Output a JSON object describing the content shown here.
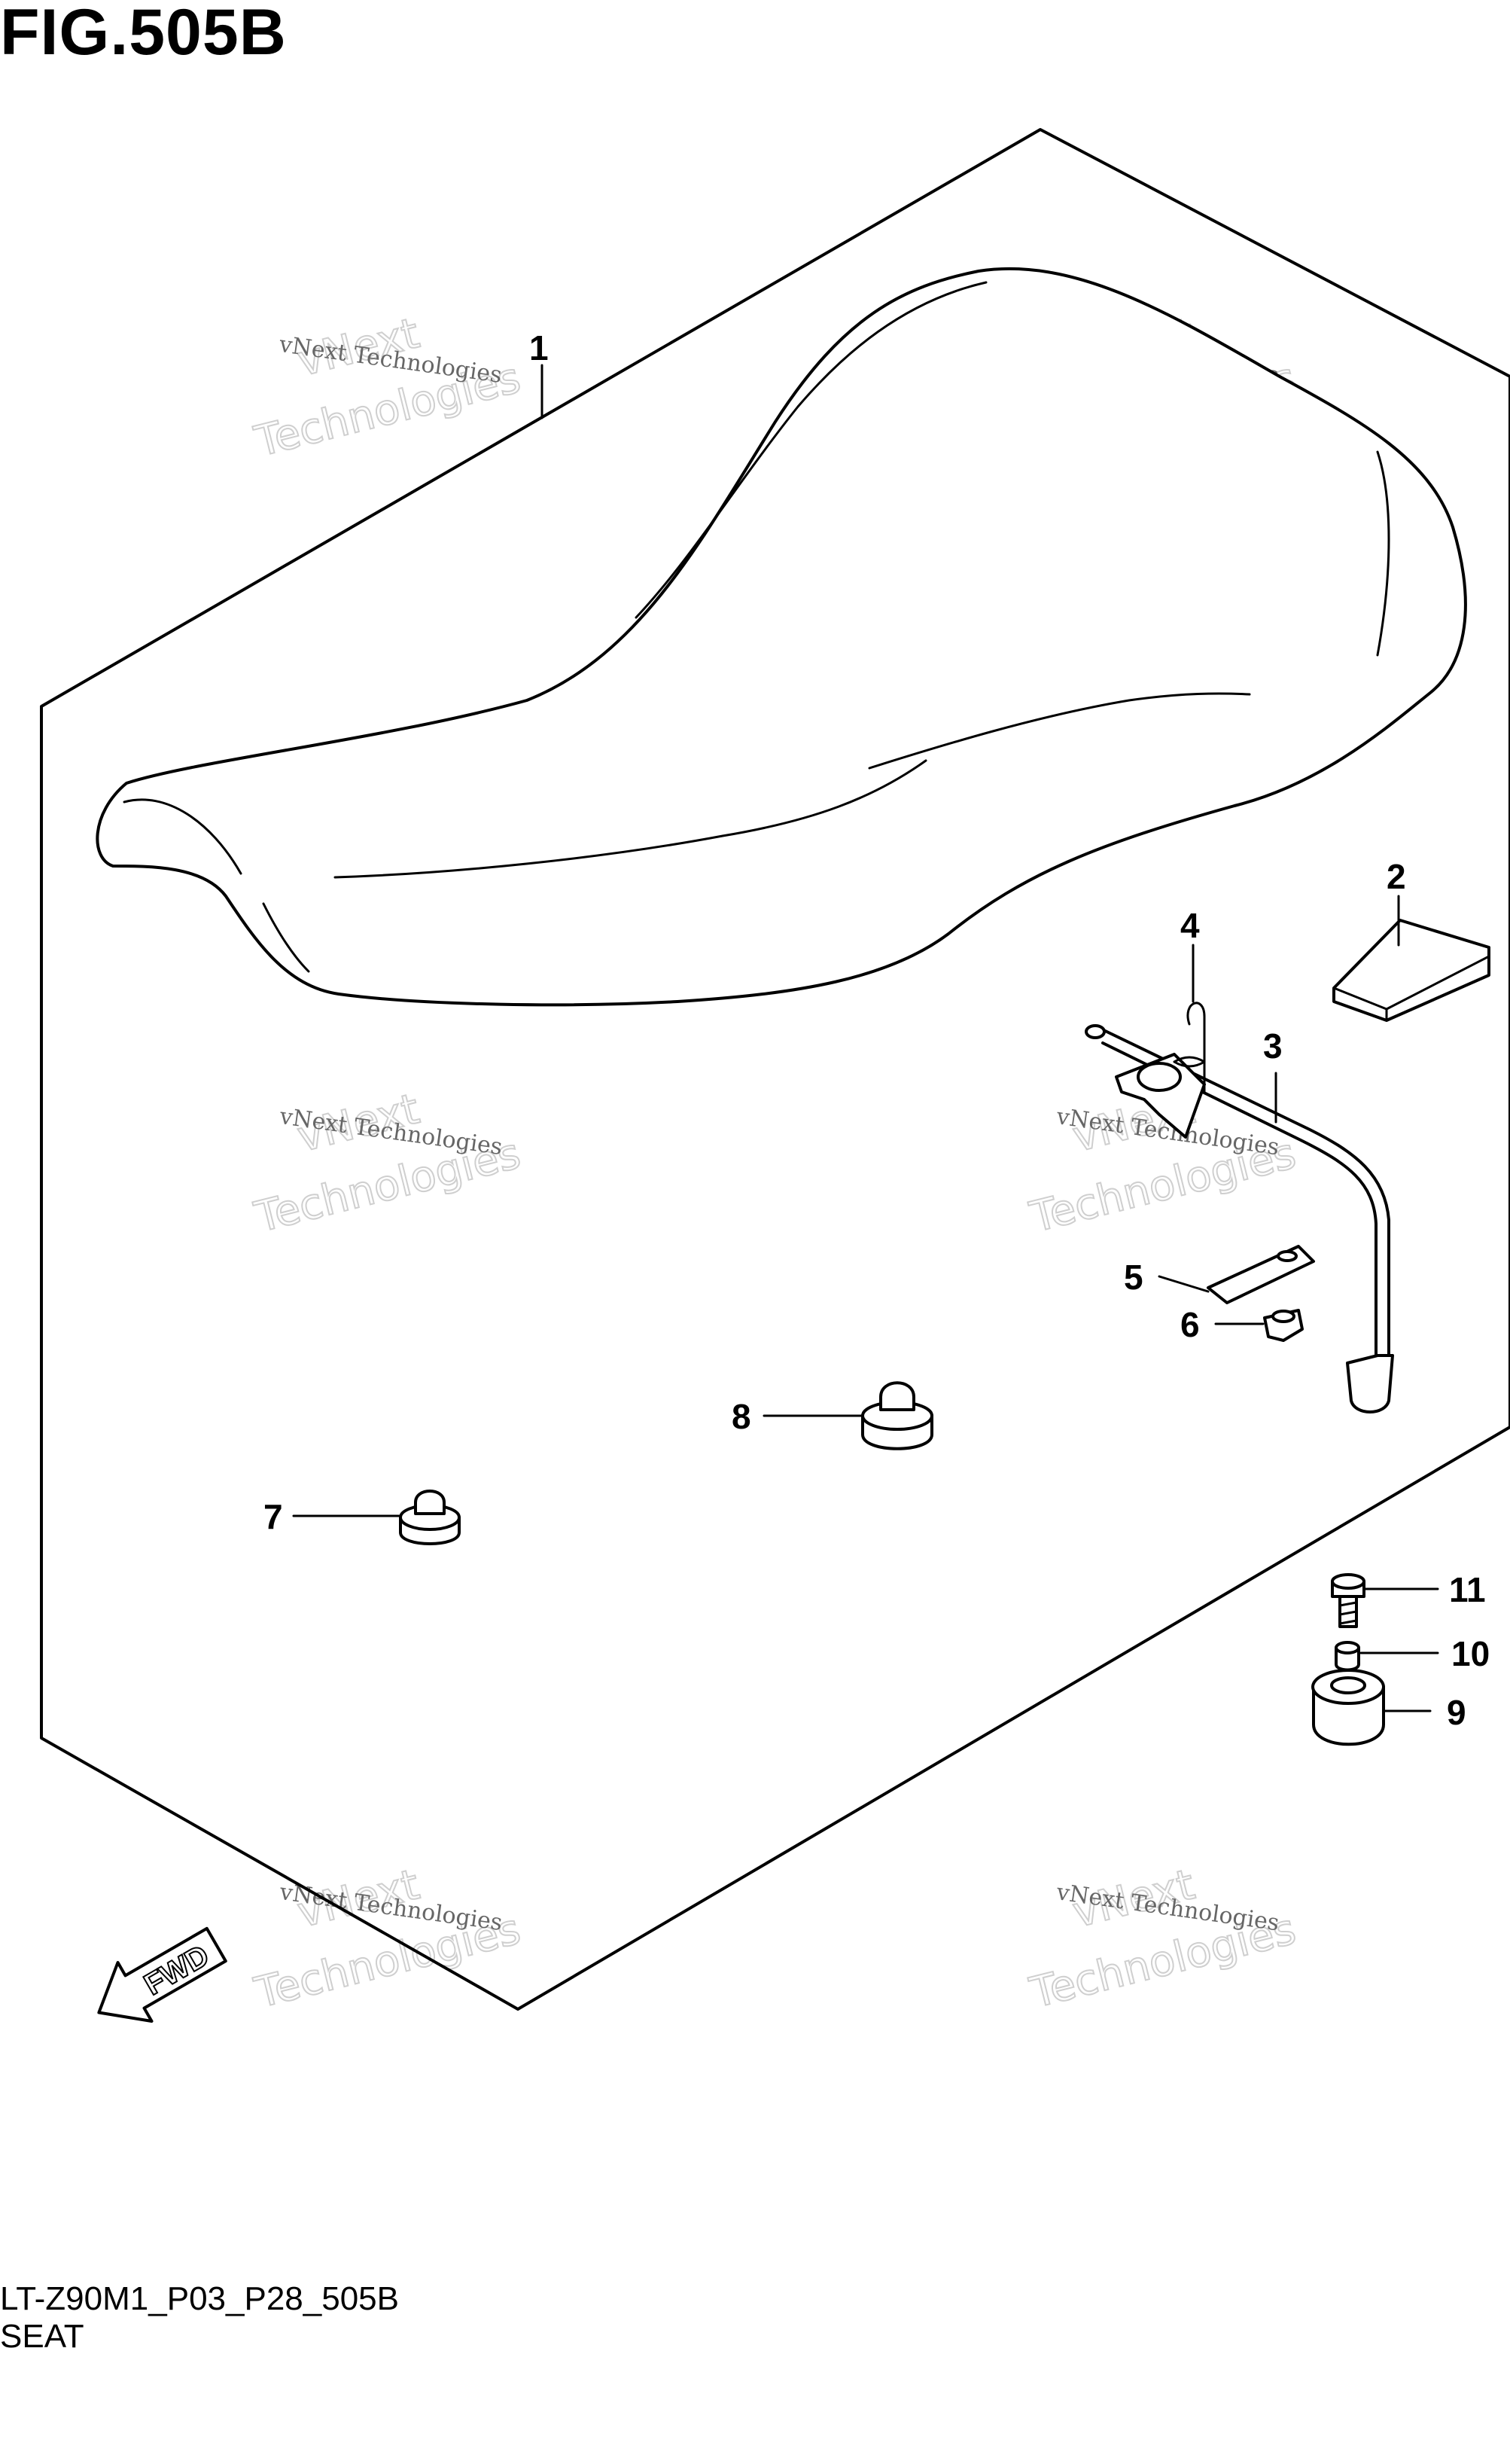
{
  "figure": {
    "title": "FIG.505B",
    "code": "LT-Z90M1_P03_P28_505B",
    "name": "SEAT"
  },
  "watermark": {
    "line": "vNext Technologies",
    "word1": "vNext",
    "word2": "Technologies"
  },
  "fwd_label": "FWD",
  "callouts": [
    "1",
    "2",
    "3",
    "4",
    "5",
    "6",
    "7",
    "8",
    "9",
    "10",
    "11"
  ]
}
